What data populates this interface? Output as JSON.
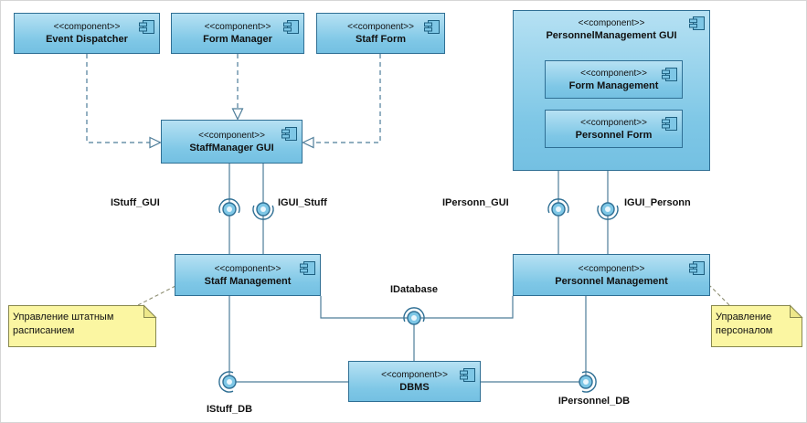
{
  "diagram": {
    "stereotype": "<<component>>",
    "components": {
      "event_dispatcher": "Event Dispatcher",
      "form_manager": "Form Manager",
      "staff_form": "Staff Form",
      "personnel_management_gui": "PersonnelManagement GUI",
      "form_management": "Form Management",
      "personnel_form": "Personnel Form",
      "staffmanager_gui": "StaffManager GUI",
      "staff_management": "Staff Management",
      "personnel_management": "Personnel Management",
      "dbms": "DBMS"
    },
    "interfaces": {
      "istuff_gui": "IStuff_GUI",
      "igui_stuff": "IGUI_Stuff",
      "ipersonn_gui": "IPersonn_GUI",
      "igui_personn": "IGUI_Personn",
      "idatabase": "IDatabase",
      "istuff_db": "IStuff_DB",
      "ipersonnel_db": "IPersonnel_DB"
    },
    "notes": {
      "staff_note": "Управление штатным расписанием",
      "personnel_note": "Управление персоналом"
    },
    "colors": {
      "component_fill": "#7EC7E6",
      "component_border": "#2F6F94",
      "note_fill": "#FBF6A2",
      "connector": "#4E7D99"
    }
  }
}
